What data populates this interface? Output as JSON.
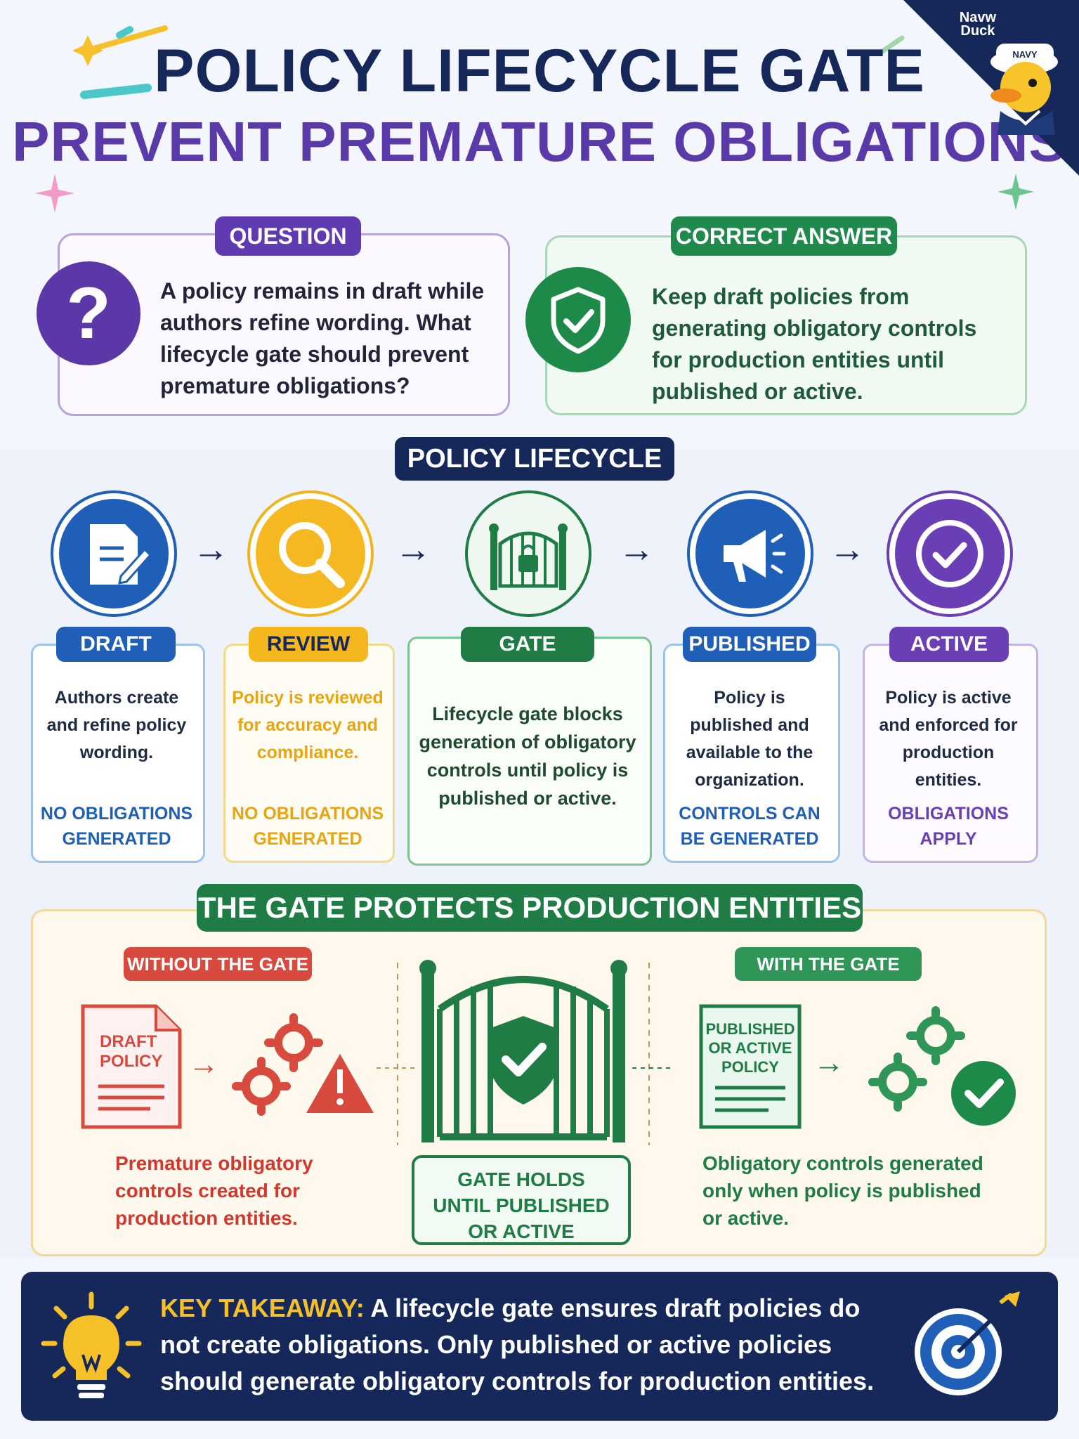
{
  "header": {
    "title_line1": "POLICY LIFECYCLE GATE",
    "title_line2": "PREVENT PREMATURE OBLIGATIONS",
    "logo_text_line1": "Navw",
    "logo_text_line2": "Duck",
    "logo_hat_text": "NAVY"
  },
  "question": {
    "label": "QUESTION",
    "text": "A policy remains in draft while authors refine wording. What lifecycle gate should prevent premature obligations?"
  },
  "answer": {
    "label": "CORRECT ANSWER",
    "text": "Keep draft policies from generating obligatory controls for production entities until published or active."
  },
  "lifecycle": {
    "title": "POLICY LIFECYCLE",
    "stages": [
      {
        "label": "DRAFT",
        "desc": "Authors create and refine policy wording.",
        "foot": "NO OBLIGATIONS GENERATED",
        "color": "#1f5fb8",
        "icon": "document-edit-icon"
      },
      {
        "label": "REVIEW",
        "desc": "Policy is reviewed for accuracy and compliance.",
        "foot": "NO OBLIGATIONS GENERATED",
        "color": "#f1b51c",
        "icon": "magnifier-icon"
      },
      {
        "label": "GATE",
        "desc": "Lifecycle gate blocks generation of obligatory controls until policy is published or active.",
        "foot": "",
        "color": "#1e7c44",
        "icon": "locked-gate-icon"
      },
      {
        "label": "PUBLISHED",
        "desc": "Policy is published and available to the organization.",
        "foot": "CONTROLS CAN BE GENERATED",
        "color": "#1f5fb8",
        "icon": "megaphone-icon"
      },
      {
        "label": "ACTIVE",
        "desc": "Policy is active and enforced for production entities.",
        "foot": "OBLIGATIONS APPLY",
        "color": "#6a3fb5",
        "icon": "check-circle-icon"
      }
    ]
  },
  "protection": {
    "title": "THE GATE PROTECTS PRODUCTION ENTITIES",
    "without_label": "WITHOUT THE GATE",
    "with_label": "WITH THE GATE",
    "draft_doc_text_line1": "DRAFT",
    "draft_doc_text_line2": "POLICY",
    "published_doc_text_line1": "PUBLISHED",
    "published_doc_text_line2": "OR ACTIVE",
    "published_doc_text_line3": "POLICY",
    "without_text": "Premature obligatory controls created for production entities.",
    "with_text": "Obligatory controls generated only when policy is published or active.",
    "gate_holds_line1": "GATE HOLDS",
    "gate_holds_line2": "UNTIL PUBLISHED",
    "gate_holds_line3": "OR ACTIVE"
  },
  "takeaway": {
    "key": "KEY TAKEAWAY:",
    "text": "A lifecycle gate ensures draft policies do not create obligations. Only published or active policies should generate obligatory controls for production entities."
  }
}
